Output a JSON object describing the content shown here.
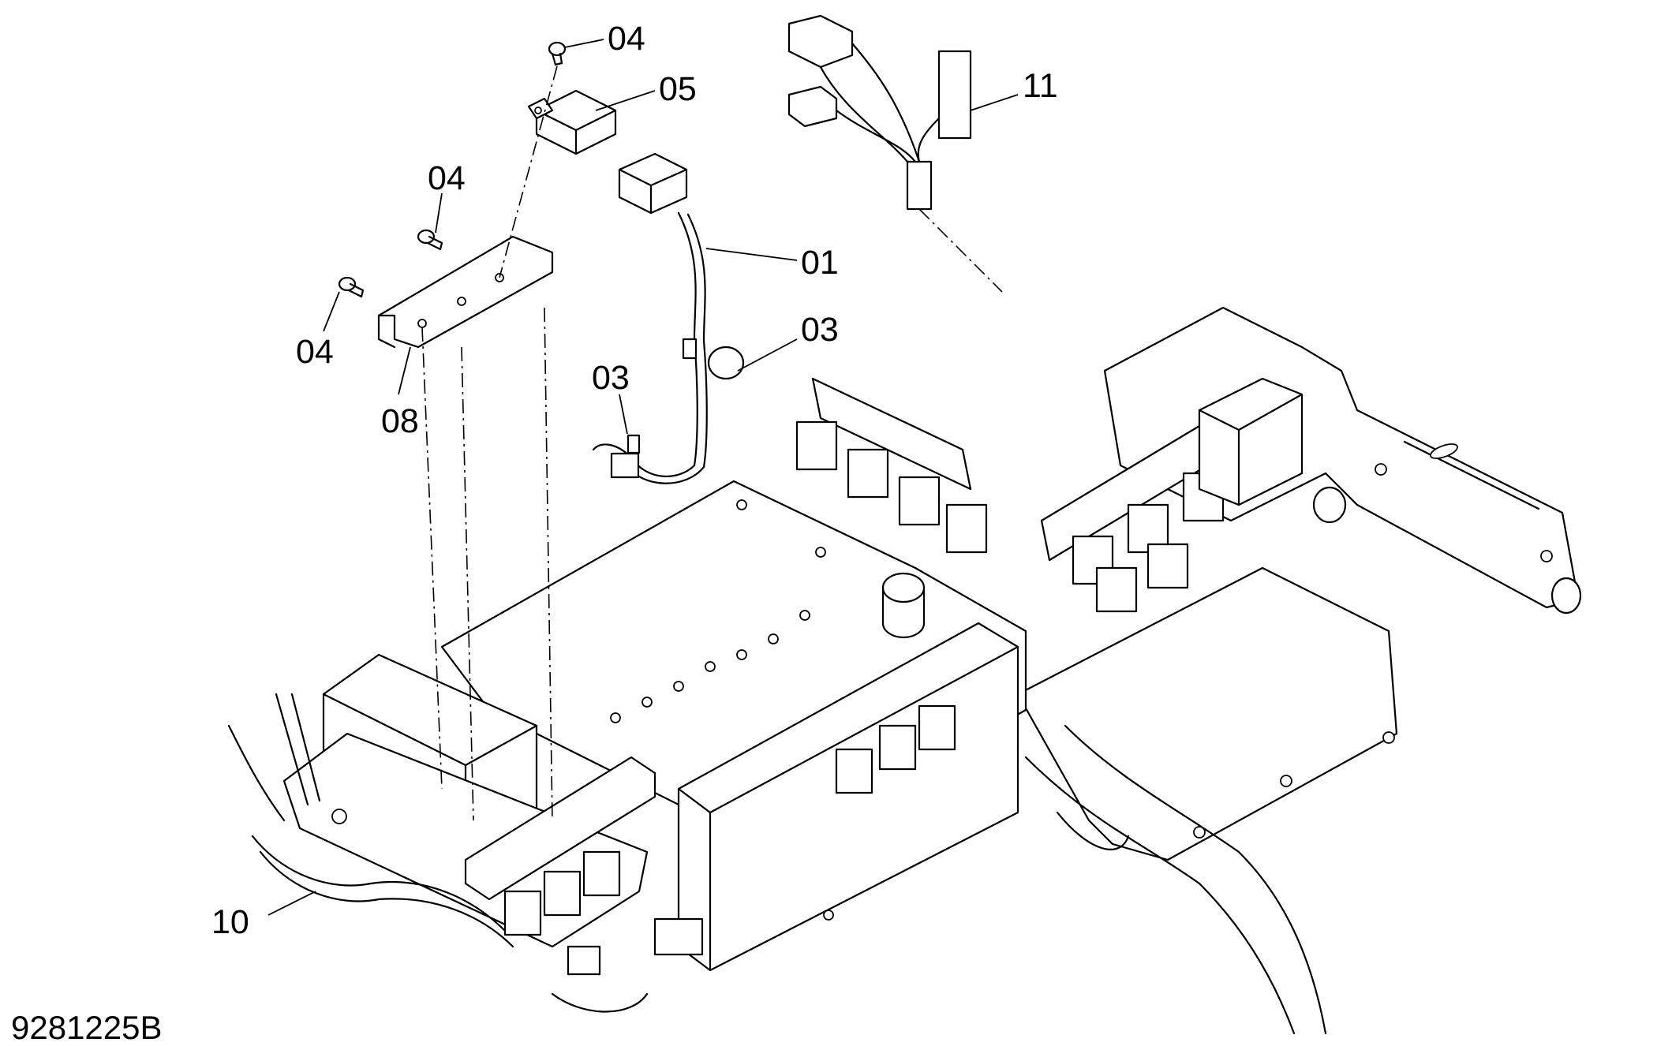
{
  "drawing_number": "9281225B",
  "callouts": {
    "c04_top": "04",
    "c05": "05",
    "c11": "11",
    "c04_mid": "04",
    "c01": "01",
    "c03_right": "03",
    "c04_left": "04",
    "c03_left": "03",
    "c08": "08",
    "c10": "10"
  }
}
